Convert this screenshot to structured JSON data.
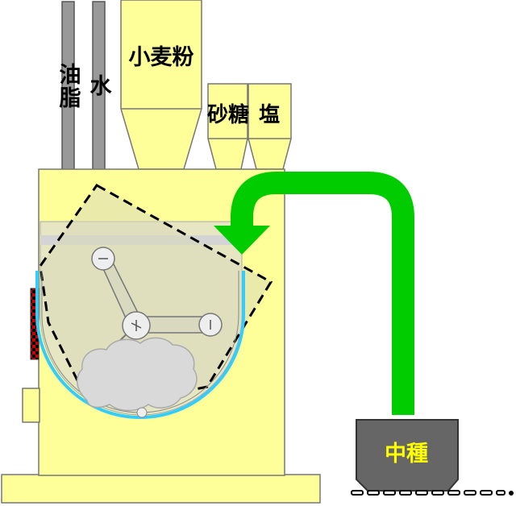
{
  "labels": {
    "oil": "油脂",
    "water": "水",
    "flour": "小麦粉",
    "sugar": "砂糖",
    "salt": "塩",
    "sponge": "中種"
  },
  "colors": {
    "machine_body": "#ffff99",
    "pipe": "#999999",
    "arrow": "#00cc00",
    "bowl_outline": "#33ccff",
    "dough": "#d9d9d9",
    "sponge_label": "#ffff00",
    "sponge_container": "#666666"
  }
}
